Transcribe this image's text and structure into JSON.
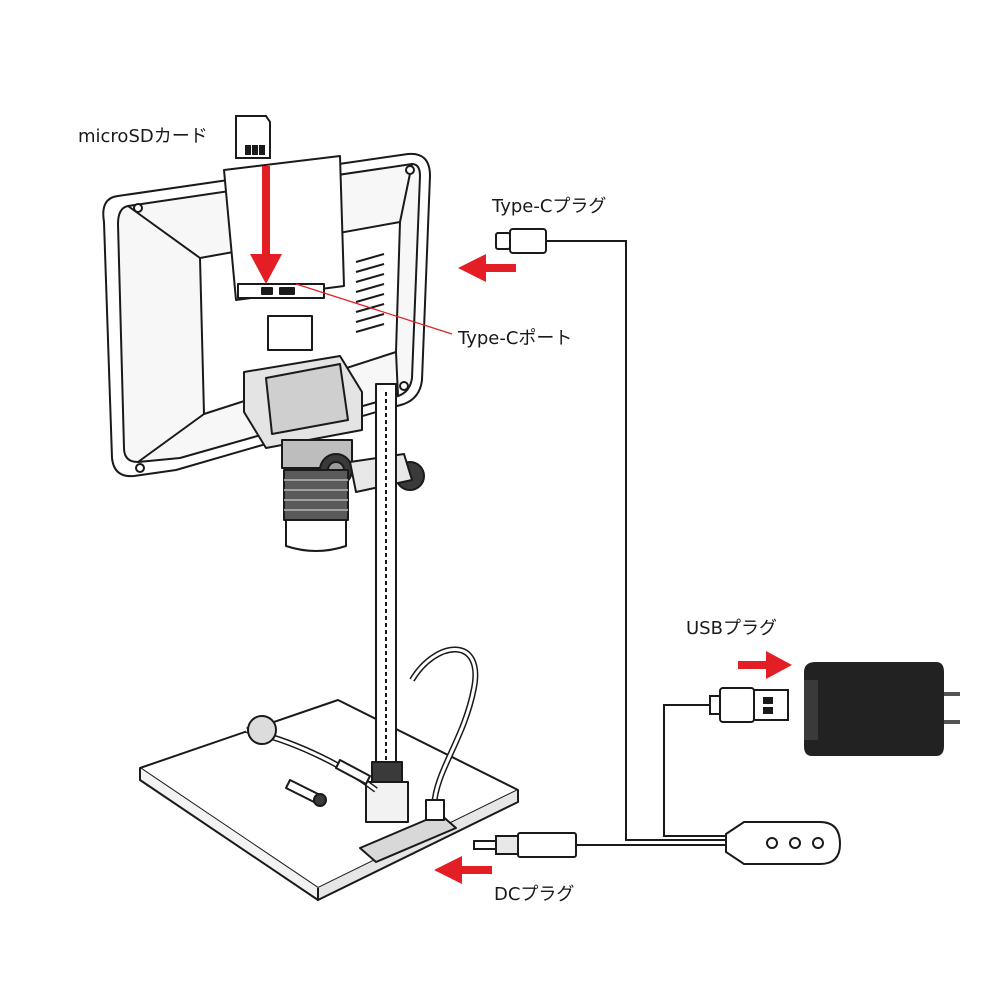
{
  "labels": {
    "microsd": "microSDカード",
    "typec_plug": "Type-Cプラグ",
    "typec_port": "Type-Cポート",
    "usb_plug": "USBプラグ",
    "dc_plug": "DCプラグ"
  },
  "colors": {
    "line": "#1a1a1a",
    "arrow": "#e31e24",
    "fill": "#ffffff",
    "adapter": "#222222"
  },
  "icons": {
    "card": "microsd-card-icon",
    "typec": "typec-plug-icon",
    "usb": "usb-plug-icon",
    "dc": "dc-plug-icon",
    "adapter": "power-adapter-icon",
    "hub": "splitter-hub-icon"
  }
}
